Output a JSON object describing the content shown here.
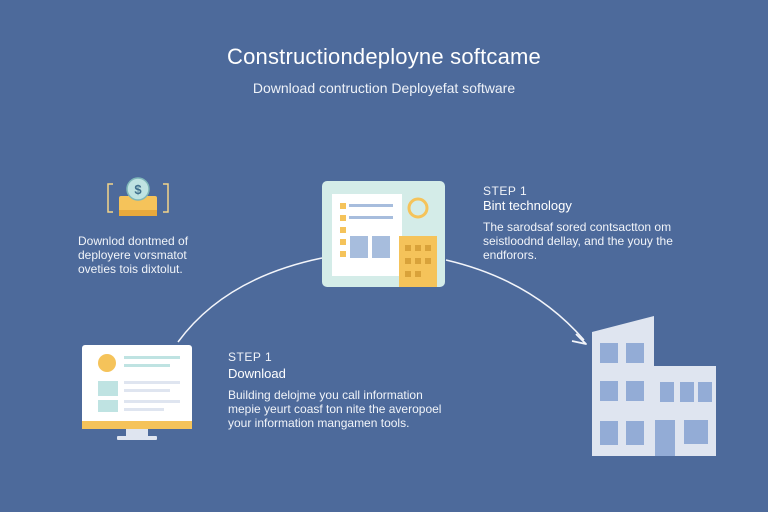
{
  "header": {
    "title": "Constructiondeployne softcame",
    "subtitle": "Download contruction Deployefat software"
  },
  "left_note": {
    "lines": [
      "Downlod dontmed of",
      "deployere vorsmatot",
      "oveties tois dixtolut."
    ]
  },
  "step_top": {
    "label": "STEP 1",
    "title": "Bint technology",
    "lines": [
      "The sarodsaf sored contsactton om",
      "seistloodnd dellay, and the youy the",
      "endforors."
    ]
  },
  "step_bottom": {
    "label": "STEP 1",
    "title": "Download",
    "lines": [
      "Building delojme you call information",
      "mepie yeurt coasf ton nite the averopoel",
      "your information mangamen tools."
    ]
  },
  "icons": {
    "money": "dollar-money-icon",
    "dashboard": "dashboard-window-icon",
    "monitor": "desktop-monitor-icon",
    "building": "office-building-icon",
    "flow": "flow-arrow-icon"
  },
  "colors": {
    "background": "#4d6a9b",
    "panel": "#d4ece8",
    "accent_yellow": "#f5c35a",
    "building": "#dfe5f0",
    "window_blue": "#93acd6"
  }
}
